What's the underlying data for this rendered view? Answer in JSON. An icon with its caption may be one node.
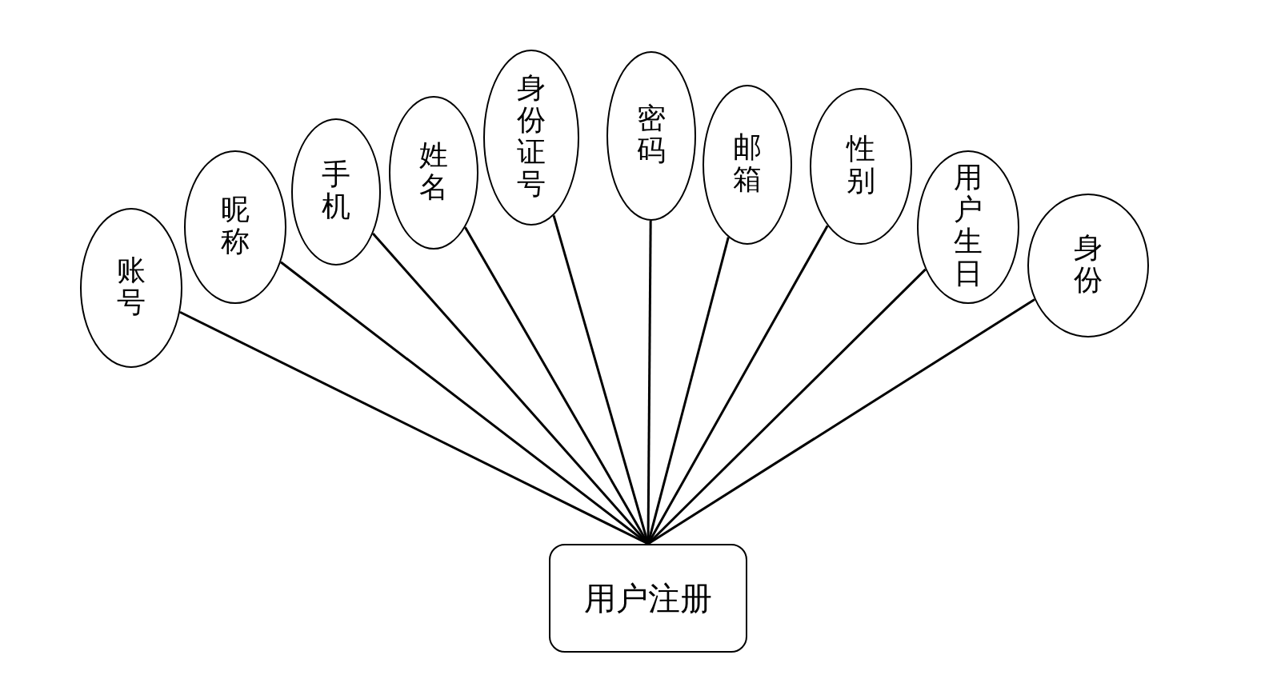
{
  "diagram": {
    "nodes": [
      {
        "text": [
          "账号"
        ]
      },
      {
        "text": [
          "昵称"
        ]
      },
      {
        "text": [
          "手机"
        ]
      },
      {
        "text": [
          "姓名"
        ]
      },
      {
        "text": [
          "身份证号"
        ]
      },
      {
        "text": [
          "密码"
        ]
      },
      {
        "text": [
          "邮箱"
        ]
      },
      {
        "text": [
          "性别"
        ]
      },
      {
        "text": [
          "用户生日"
        ]
      },
      {
        "text": [
          "身份"
        ]
      },
      {
        "text": [
          "用户注册"
        ]
      }
    ],
    "edges": [
      {
        "from": 10,
        "to": 0,
        "arrow": "none"
      },
      {
        "from": 10,
        "to": 1,
        "arrow": "none"
      },
      {
        "from": 10,
        "to": 2,
        "arrow": "none"
      },
      {
        "from": 10,
        "to": 3,
        "arrow": "none"
      },
      {
        "from": 10,
        "to": 4,
        "arrow": "none"
      },
      {
        "from": 10,
        "to": 5,
        "arrow": "none"
      },
      {
        "from": 10,
        "to": 6,
        "arrow": "none"
      },
      {
        "from": 10,
        "to": 7,
        "arrow": "none"
      },
      {
        "from": 10,
        "to": 8,
        "arrow": "none"
      },
      {
        "from": 10,
        "to": 9,
        "arrow": "none"
      }
    ]
  }
}
